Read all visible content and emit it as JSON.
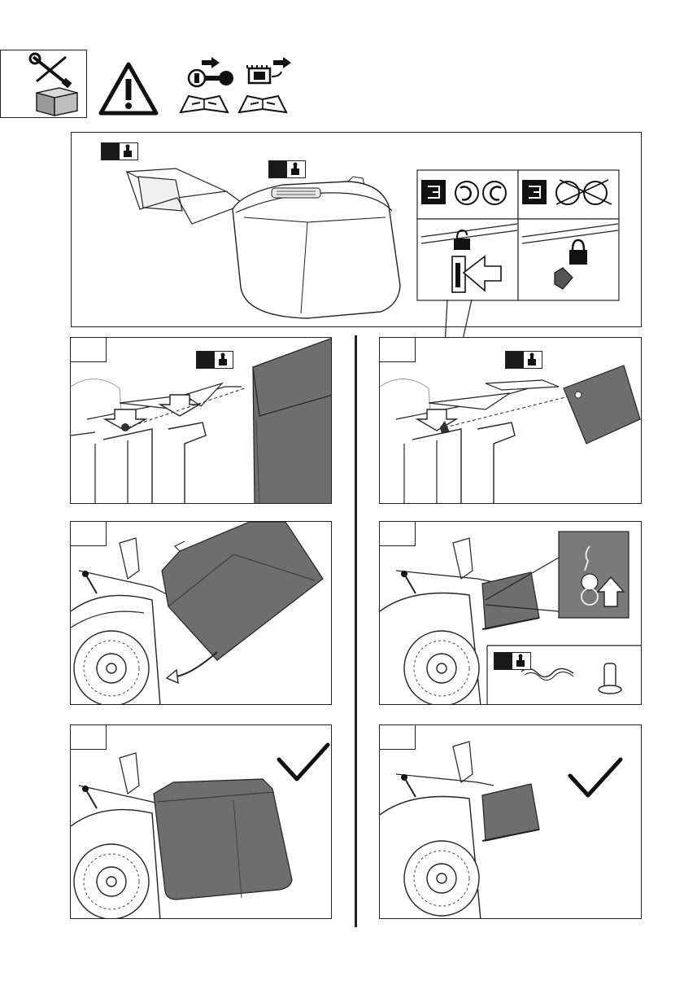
{
  "page": {
    "header_icons": [
      "tools-and-box-icon",
      "warning-icon",
      "key-remove-icon",
      "disconnect-power-icon",
      "manual-icon",
      "manual-icon"
    ]
  },
  "panels": [
    {
      "id": "overview",
      "label": ""
    },
    {
      "id": "step-1a",
      "label": ""
    },
    {
      "id": "step-1b",
      "label": ""
    },
    {
      "id": "step-2a",
      "label": ""
    },
    {
      "id": "step-2b",
      "label": ""
    },
    {
      "id": "step-3a",
      "label": ""
    },
    {
      "id": "step-3b",
      "label": ""
    }
  ],
  "colors": {
    "line": "#222222",
    "fill_dark": "#6b6b6b",
    "fill_mid": "#8a8a8a",
    "paper": "#ffffff"
  }
}
